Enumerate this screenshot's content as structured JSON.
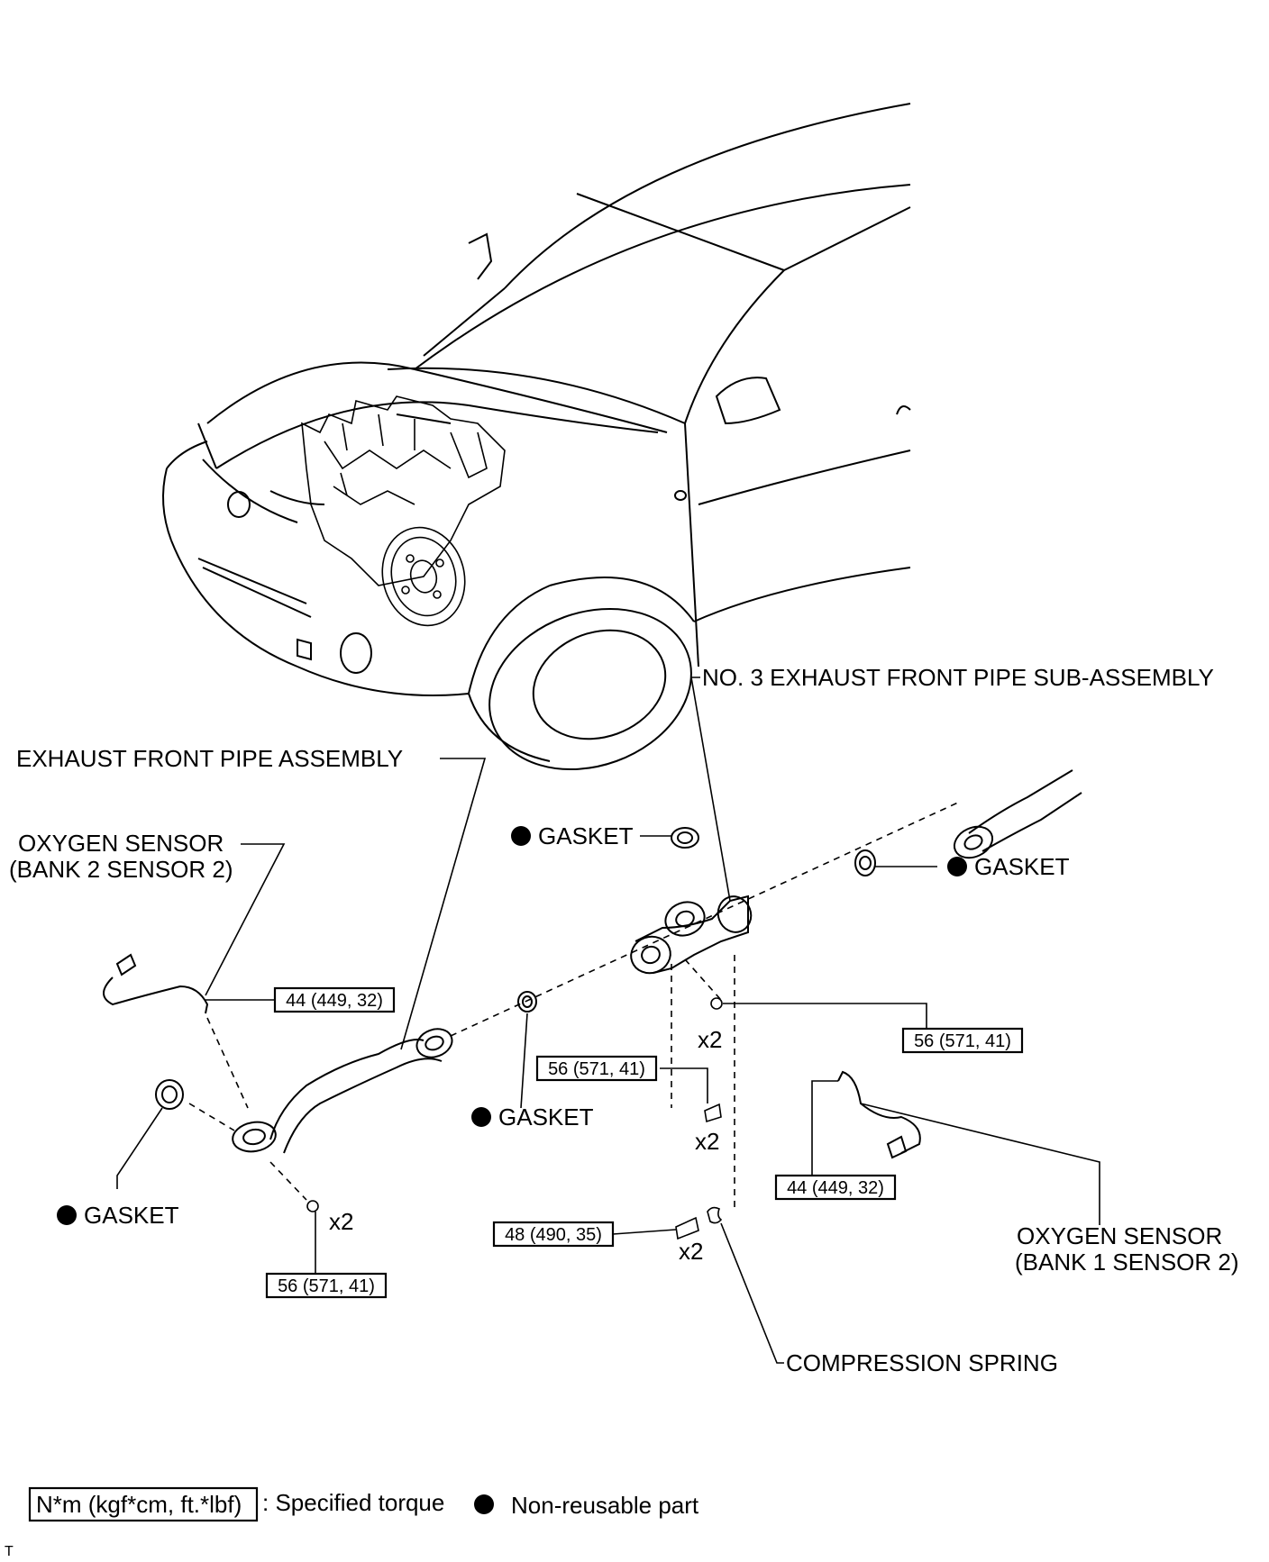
{
  "labels": {
    "no3_front_pipe": "NO. 3 EXHAUST FRONT PIPE SUB-ASSEMBLY",
    "front_pipe_assembly": "EXHAUST FRONT PIPE ASSEMBLY",
    "o2_bank2_line1": "OXYGEN SENSOR",
    "o2_bank2_line2": "(BANK 2 SENSOR 2)",
    "o2_bank1_line1": "OXYGEN SENSOR",
    "o2_bank1_line2": "(BANK 1 SENSOR 2)",
    "gasket": "GASKET",
    "compression_spring": "COMPRESSION SPRING"
  },
  "torques": {
    "o2_bank2": "44 (449, 32)",
    "o2_bank1": "44 (449, 32)",
    "nut_right": "56 (571, 41)",
    "bolt_center": "56 (571, 41)",
    "nut_left": "56 (571, 41)",
    "spring_bolt": "48 (490, 35)"
  },
  "qty": {
    "nut_right": "x2",
    "bolt_center": "x2",
    "nut_left": "x2",
    "spring_bolt": "x2"
  },
  "legend": {
    "torque_unit": "N*m (kgf*cm, ft.*lbf)",
    "torque_text": ": Specified torque",
    "nonreusable_text": "Non-reusable part"
  },
  "footer_mark": "T"
}
